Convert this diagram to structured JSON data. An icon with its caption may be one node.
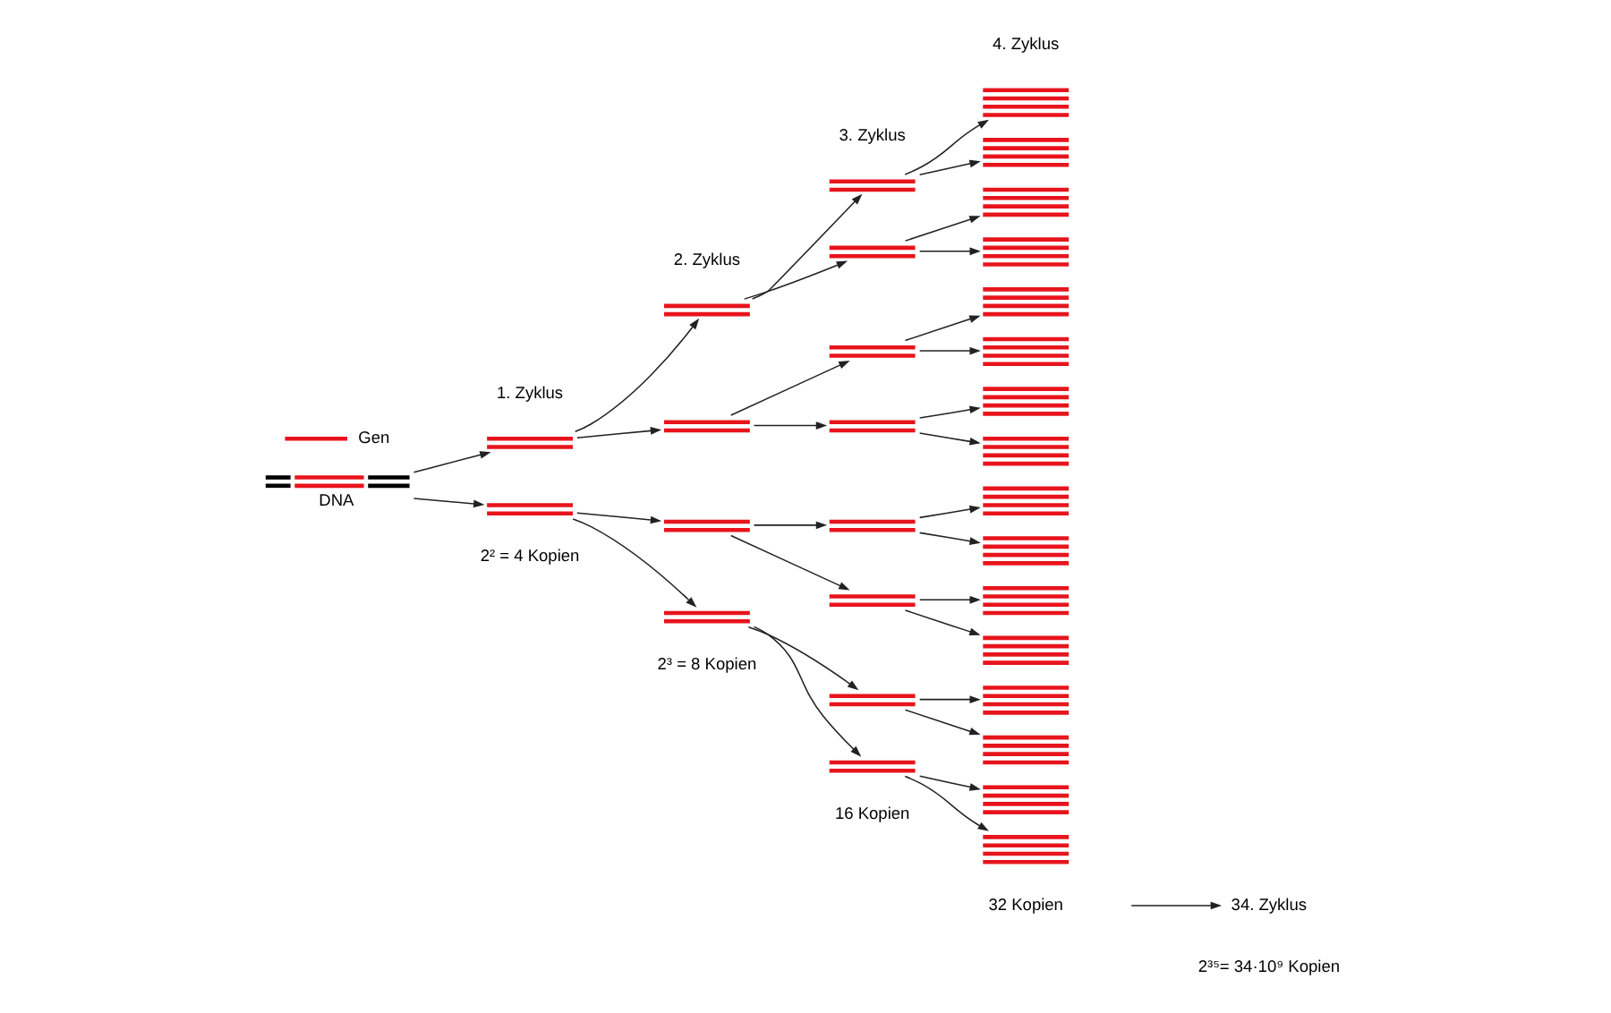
{
  "diagram": {
    "nodes": [
      {
        "text": [],
        "shape": "bar",
        "beside": [
          "DNA"
        ]
      },
      {
        "text": [],
        "shape": "bar"
      },
      {
        "text": [],
        "shape": "bar"
      },
      {
        "text": [],
        "shape": "bar"
      },
      {
        "text": [],
        "shape": "bar"
      },
      {
        "text": [],
        "shape": "bar"
      },
      {
        "text": [],
        "shape": "bar"
      },
      {
        "text": [],
        "shape": "bar"
      },
      {
        "text": [],
        "shape": "bar"
      },
      {
        "text": [],
        "shape": "bar"
      },
      {
        "text": [],
        "shape": "bar"
      },
      {
        "text": [],
        "shape": "bar"
      },
      {
        "text": [],
        "shape": "bar"
      },
      {
        "text": [],
        "shape": "bar"
      },
      {
        "text": [],
        "shape": "bar"
      },
      {
        "text": [],
        "shape": "bar"
      },
      {
        "text": [],
        "shape": "bar"
      },
      {
        "text": [],
        "shape": "bar"
      },
      {
        "text": [],
        "shape": "bar"
      },
      {
        "text": [],
        "shape": "bar"
      },
      {
        "text": [],
        "shape": "bar"
      },
      {
        "text": [],
        "shape": "bar"
      },
      {
        "text": [],
        "shape": "bar"
      },
      {
        "text": [],
        "shape": "bar"
      },
      {
        "text": [],
        "shape": "bar"
      },
      {
        "text": [],
        "shape": "bar"
      },
      {
        "text": [],
        "shape": "bar"
      },
      {
        "text": [],
        "shape": "bar"
      },
      {
        "text": [],
        "shape": "bar"
      },
      {
        "text": [],
        "shape": "bar"
      },
      {
        "text": [],
        "shape": "bar"
      },
      {
        "text": [
          "34. Zyklus"
        ]
      }
    ],
    "edges": [
      {
        "from": 0,
        "to": 1,
        "arrow": "to"
      },
      {
        "from": 0,
        "to": 2,
        "arrow": "to"
      },
      {
        "from": 1,
        "to": 3,
        "arrow": "to"
      },
      {
        "from": 1,
        "to": 4,
        "arrow": "to"
      },
      {
        "from": 2,
        "to": 5,
        "arrow": "to"
      },
      {
        "from": 2,
        "to": 6,
        "arrow": "to"
      },
      {
        "from": 3,
        "to": 7,
        "arrow": "to"
      },
      {
        "from": 3,
        "to": 8,
        "arrow": "to"
      },
      {
        "from": 4,
        "to": 9,
        "arrow": "to"
      },
      {
        "from": 4,
        "to": 10,
        "arrow": "to"
      },
      {
        "from": 5,
        "to": 11,
        "arrow": "to"
      },
      {
        "from": 5,
        "to": 12,
        "arrow": "to"
      },
      {
        "from": 6,
        "to": 13,
        "arrow": "to"
      },
      {
        "from": 6,
        "to": 14,
        "arrow": "to"
      },
      {
        "from": 7,
        "to": 15,
        "arrow": "to"
      },
      {
        "from": 7,
        "to": 16,
        "arrow": "to"
      },
      {
        "from": 8,
        "to": 17,
        "arrow": "to"
      },
      {
        "from": 8,
        "to": 18,
        "arrow": "to"
      },
      {
        "from": 9,
        "to": 19,
        "arrow": "to"
      },
      {
        "from": 9,
        "to": 20,
        "arrow": "to"
      },
      {
        "from": 10,
        "to": 21,
        "arrow": "to"
      },
      {
        "from": 10,
        "to": 22,
        "arrow": "to"
      },
      {
        "from": 11,
        "to": 23,
        "arrow": "to"
      },
      {
        "from": 11,
        "to": 24,
        "arrow": "to"
      },
      {
        "from": 12,
        "to": 25,
        "arrow": "to"
      },
      {
        "from": 12,
        "to": 26,
        "arrow": "to"
      },
      {
        "from": 13,
        "to": 27,
        "arrow": "to"
      },
      {
        "from": 13,
        "to": 28,
        "arrow": "to"
      },
      {
        "from": 14,
        "to": 29,
        "arrow": "to"
      },
      {
        "from": 14,
        "to": 30,
        "arrow": "to"
      },
      {
        "from": null,
        "to": 31,
        "arrow": "to"
      }
    ],
    "labels": [
      "4. Zyklus",
      "3. Zyklus",
      "2. Zyklus",
      "1. Zyklus",
      "2² = 4 Kopien",
      "2³ = 8 Kopien",
      "16 Kopien",
      "32 Kopien",
      "2³⁵= 34·10⁹ Kopien"
    ],
    "legend": [
      {
        "text": "Gen"
      }
    ]
  }
}
